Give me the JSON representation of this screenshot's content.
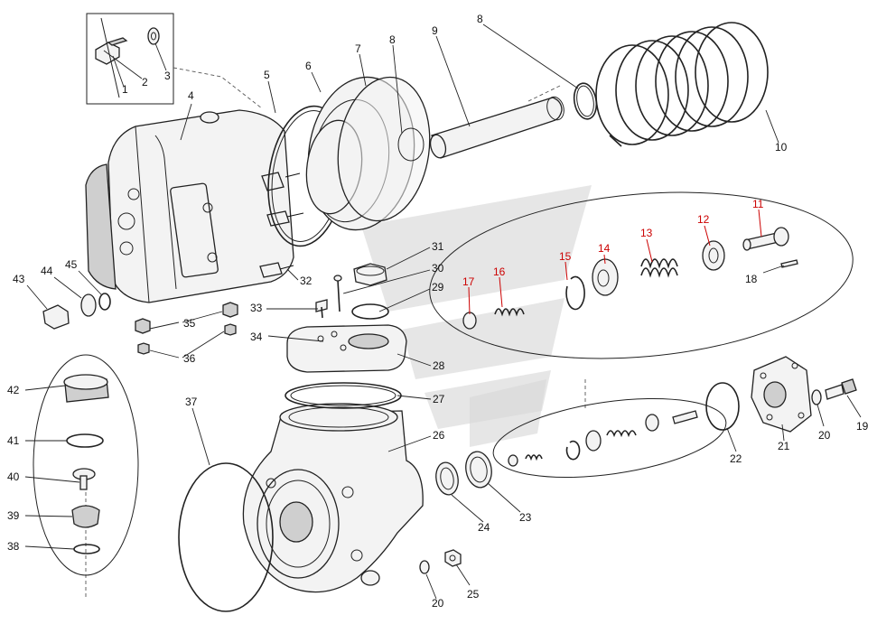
{
  "figure": {
    "type": "exploded-parts-diagram",
    "callouts": [
      {
        "id": "c1",
        "label": "1"
      },
      {
        "id": "c2",
        "label": "2"
      },
      {
        "id": "c3",
        "label": "3"
      },
      {
        "id": "c4",
        "label": "4"
      },
      {
        "id": "c5",
        "label": "5"
      },
      {
        "id": "c6",
        "label": "6"
      },
      {
        "id": "c7",
        "label": "7"
      },
      {
        "id": "c8a",
        "label": "8"
      },
      {
        "id": "c8b",
        "label": "8"
      },
      {
        "id": "c9",
        "label": "9"
      },
      {
        "id": "c10",
        "label": "10"
      },
      {
        "id": "c11",
        "label": "11",
        "color": "#cc0000"
      },
      {
        "id": "c12",
        "label": "12",
        "color": "#cc0000"
      },
      {
        "id": "c13",
        "label": "13",
        "color": "#cc0000"
      },
      {
        "id": "c14",
        "label": "14",
        "color": "#cc0000"
      },
      {
        "id": "c15",
        "label": "15",
        "color": "#cc0000"
      },
      {
        "id": "c16",
        "label": "16",
        "color": "#cc0000"
      },
      {
        "id": "c17",
        "label": "17",
        "color": "#cc0000"
      },
      {
        "id": "c18",
        "label": "18"
      },
      {
        "id": "c19",
        "label": "19"
      },
      {
        "id": "c20a",
        "label": "20"
      },
      {
        "id": "c20b",
        "label": "20"
      },
      {
        "id": "c21",
        "label": "21"
      },
      {
        "id": "c22",
        "label": "22"
      },
      {
        "id": "c23",
        "label": "23"
      },
      {
        "id": "c24",
        "label": "24"
      },
      {
        "id": "c25",
        "label": "25"
      },
      {
        "id": "c26",
        "label": "26"
      },
      {
        "id": "c27",
        "label": "27"
      },
      {
        "id": "c28",
        "label": "28"
      },
      {
        "id": "c29",
        "label": "29"
      },
      {
        "id": "c30",
        "label": "30"
      },
      {
        "id": "c31",
        "label": "31"
      },
      {
        "id": "c32",
        "label": "32"
      },
      {
        "id": "c33",
        "label": "33"
      },
      {
        "id": "c34",
        "label": "34"
      },
      {
        "id": "c35",
        "label": "35"
      },
      {
        "id": "c36",
        "label": "36"
      },
      {
        "id": "c37",
        "label": "37"
      },
      {
        "id": "c38",
        "label": "38"
      },
      {
        "id": "c39",
        "label": "39"
      },
      {
        "id": "c40",
        "label": "40"
      },
      {
        "id": "c41",
        "label": "41"
      },
      {
        "id": "c42",
        "label": "42"
      },
      {
        "id": "c43",
        "label": "43"
      },
      {
        "id": "c44",
        "label": "44"
      },
      {
        "id": "c45",
        "label": "45"
      }
    ]
  },
  "colors": {
    "line": "#222222",
    "highlight_callout": "#cc0000",
    "watermark": "#d9d9d9"
  }
}
